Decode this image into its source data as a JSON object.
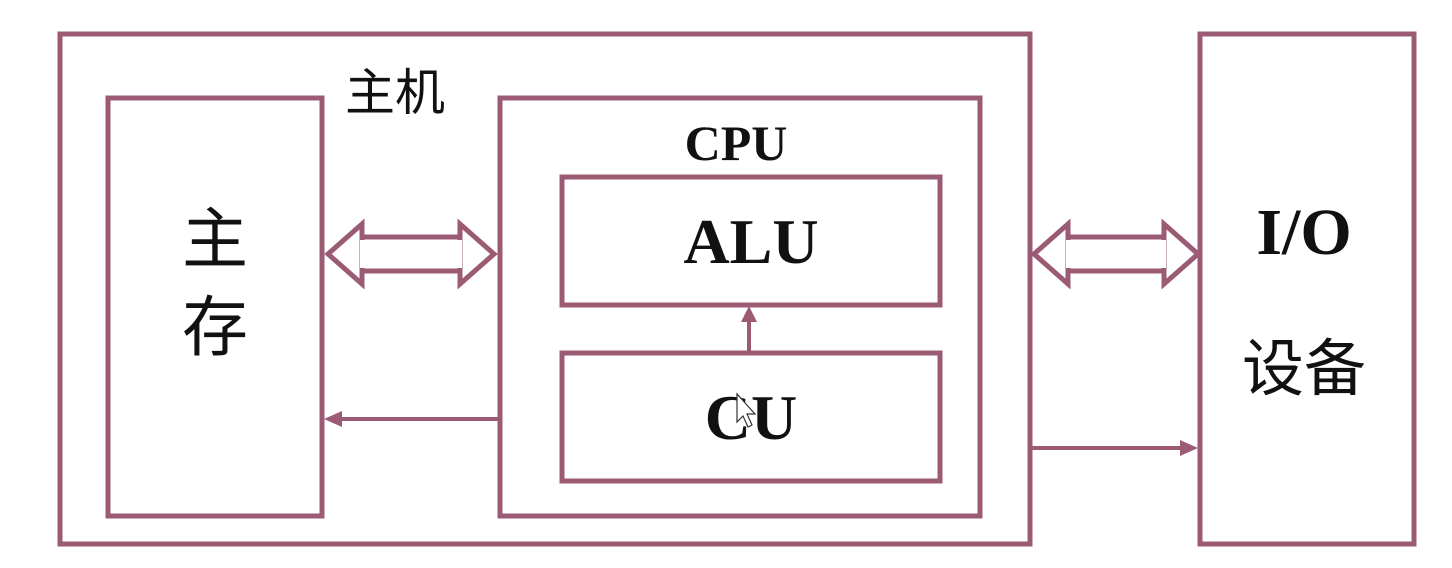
{
  "colors": {
    "stroke": "#9c5b74",
    "text": "#111111"
  },
  "host": {
    "label": "主机"
  },
  "main_memory": {
    "label_line1": "主",
    "label_line2": "存"
  },
  "cpu": {
    "label": "CPU",
    "alu": {
      "label": "ALU"
    },
    "cu": {
      "label": "CU"
    }
  },
  "io_device": {
    "label_line1": "I/O",
    "label_line2": "设备"
  },
  "cursor": {
    "icon": "mouse-pointer-icon"
  }
}
